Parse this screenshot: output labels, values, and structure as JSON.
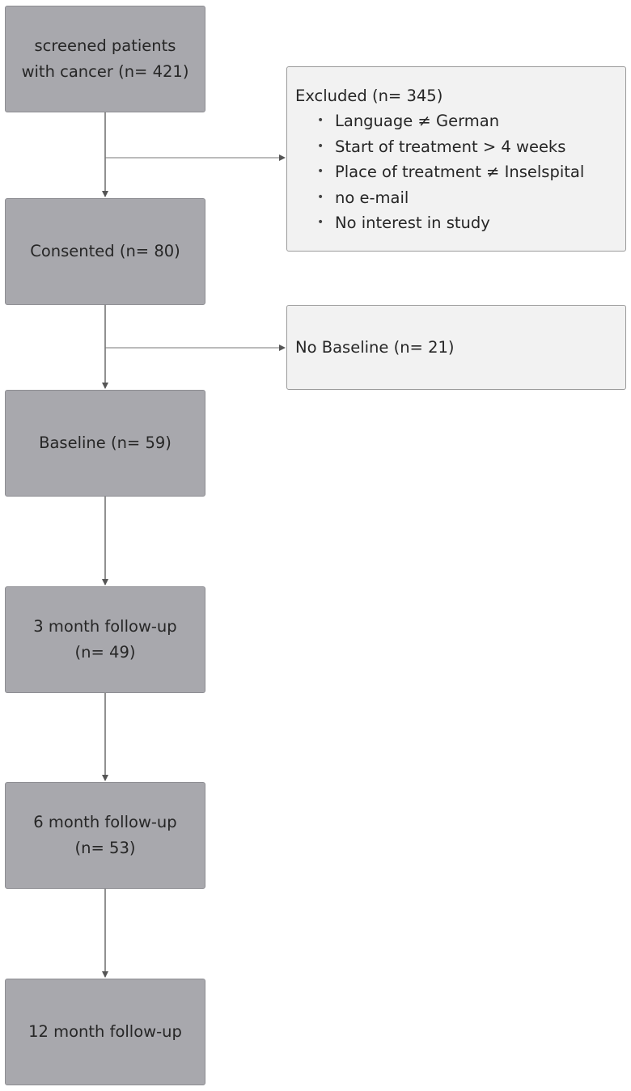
{
  "flow": {
    "screened": [
      "screened patients",
      "with cancer (n= 421)"
    ],
    "consented": "Consented (n= 80)",
    "baseline": "Baseline (n= 59)",
    "followup_3": [
      "3 month follow-up",
      "(n= 49)"
    ],
    "followup_6": [
      "6 month follow-up",
      "(n= 53)"
    ],
    "followup_12": "12 month follow-up"
  },
  "excluded": {
    "title": "Excluded (n= 345)",
    "reasons": [
      "Language ≠ German",
      "Start of treatment > 4 weeks",
      "Place of treatment ≠ Inselspital",
      "no e-mail",
      "No interest in study"
    ]
  },
  "no_baseline": "No Baseline (n= 21)",
  "colors": {
    "main_box_fill": "#a8a8ad",
    "side_box_fill": "#f2f2f2",
    "connector": "#555555"
  }
}
